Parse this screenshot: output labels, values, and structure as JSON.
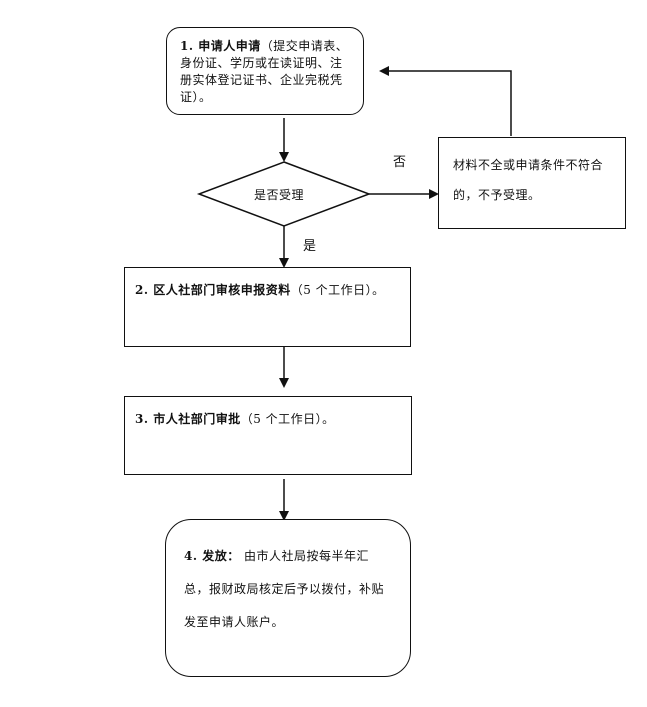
{
  "nodes": {
    "step1": {
      "title": "1. 申请人申请",
      "text": "（提交申请表、身份证、学历或在读证明、注册实体登记证书、企业完税凭证）。"
    },
    "decision": {
      "text": "是否受理"
    },
    "reject": {
      "text": "材料不全或申请条件不符合的，不予受理。"
    },
    "step2": {
      "title": "2. 区人社部门审核申报资料",
      "text": "（5 个工作日）。"
    },
    "step3": {
      "title": "3. 市人社部门审批",
      "text": "（5 个工作日）。"
    },
    "step4": {
      "title": "4. 发放：",
      "text": " 由市人社局按每半年汇总，报财政局核定后予以拨付，补贴发至申请人账户。"
    }
  },
  "edges": {
    "no_label": "否",
    "yes_label": "是"
  },
  "colors": {
    "stroke": "#111111",
    "background": "#ffffff"
  }
}
